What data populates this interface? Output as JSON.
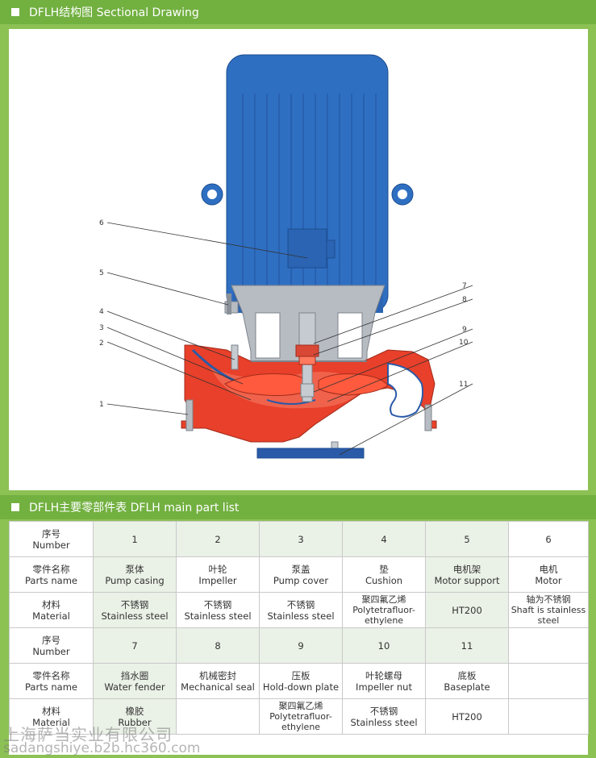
{
  "section1": {
    "title": "DFLH结构图 Sectional Drawing"
  },
  "section2": {
    "title": "DFLH主要零部件表 DFLH main part list"
  },
  "drawing": {
    "callouts": [
      "1",
      "2",
      "3",
      "4",
      "5",
      "6",
      "7",
      "8",
      "9",
      "10",
      "11"
    ],
    "colors": {
      "motor": "#2f6fc2",
      "casing": "#e8402a",
      "steel": "#a8adb4",
      "base": "#2a5aa8"
    }
  },
  "table": {
    "row_labels": {
      "number": [
        "序号",
        "Number"
      ],
      "parts_name": [
        "零件名称",
        "Parts name"
      ],
      "material": [
        "材料",
        "Material"
      ]
    },
    "group1": [
      {
        "no": "1",
        "name_cn": "泵体",
        "name_en": "Pump casing",
        "mat_cn": "不锈钢",
        "mat_en": "Stainless steel"
      },
      {
        "no": "2",
        "name_cn": "叶轮",
        "name_en": "Impeller",
        "mat_cn": "不锈钢",
        "mat_en": "Stainless steel"
      },
      {
        "no": "3",
        "name_cn": "泵盖",
        "name_en": "Pump cover",
        "mat_cn": "不锈钢",
        "mat_en": "Stainless steel"
      },
      {
        "no": "4",
        "name_cn": "垫",
        "name_en": "Cushion",
        "mat_cn": "聚四氟乙烯",
        "mat_en": "Polytetrafluor-ethylene"
      },
      {
        "no": "5",
        "name_cn": "电机架",
        "name_en": "Motor support",
        "mat_cn": "",
        "mat_en": "HT200"
      },
      {
        "no": "6",
        "name_cn": "电机",
        "name_en": "Motor",
        "mat_cn": "轴为不锈钢",
        "mat_en": "Shaft is stainless steel"
      }
    ],
    "group2": [
      {
        "no": "7",
        "name_cn": "挡水圈",
        "name_en": "Water fender",
        "mat_cn": "橡胶",
        "mat_en": "Rubber"
      },
      {
        "no": "8",
        "name_cn": "机械密封",
        "name_en": "Mechanical seal",
        "mat_cn": "",
        "mat_en": ""
      },
      {
        "no": "9",
        "name_cn": "压板",
        "name_en": "Hold-down plate",
        "mat_cn": "聚四氟乙烯",
        "mat_en": "Polytetrafluor-ethylene"
      },
      {
        "no": "10",
        "name_cn": "叶轮螺母",
        "name_en": "Impeller nut",
        "mat_cn": "不锈钢",
        "mat_en": "Stainless steel"
      },
      {
        "no": "11",
        "name_cn": "底板",
        "name_en": "Baseplate",
        "mat_cn": "",
        "mat_en": "HT200"
      },
      {
        "no": "",
        "name_cn": "",
        "name_en": "",
        "mat_cn": "",
        "mat_en": ""
      }
    ]
  },
  "watermark": {
    "line1": "上海萨当实业有限公司",
    "line2": "sadangshiye.b2b.hc360.com"
  }
}
